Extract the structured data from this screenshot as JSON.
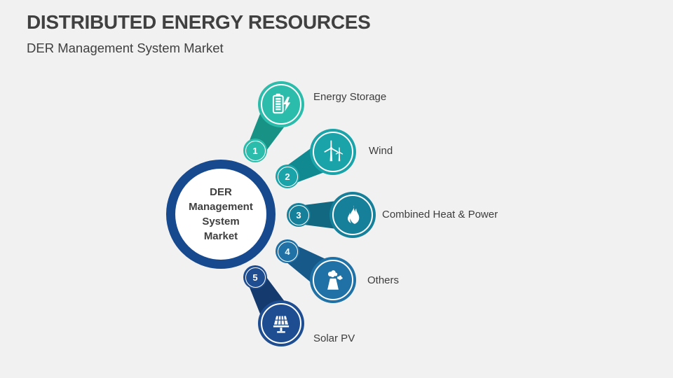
{
  "slide": {
    "title": "DISTRIBUTED ENERGY RESOURCES",
    "subtitle": "DER Management System Market",
    "background_color": "#f1f1f1",
    "title_color": "#404040"
  },
  "center": {
    "label": "DER\nManagement\nSystem\nMarket",
    "ring_color": "#17498f",
    "fill_color": "#ffffff"
  },
  "nodes": [
    {
      "number": "1",
      "label": "Energy Storage",
      "icon": "battery-lightning-icon",
      "color": "#2cbcab",
      "band_color": "#189284"
    },
    {
      "number": "2",
      "label": "Wind",
      "icon": "wind-turbine-icon",
      "color": "#1aa3a8",
      "band_color": "#108a90"
    },
    {
      "number": "3",
      "label": "Combined Heat & Power",
      "icon": "flame-icon",
      "color": "#16809b",
      "band_color": "#116880"
    },
    {
      "number": "4",
      "label": "Others",
      "icon": "factory-icon",
      "color": "#2071a5",
      "band_color": "#175a8a"
    },
    {
      "number": "5",
      "label": "Solar PV",
      "icon": "solar-panel-icon",
      "color": "#1e4e91",
      "band_color": "#153a6e"
    }
  ]
}
